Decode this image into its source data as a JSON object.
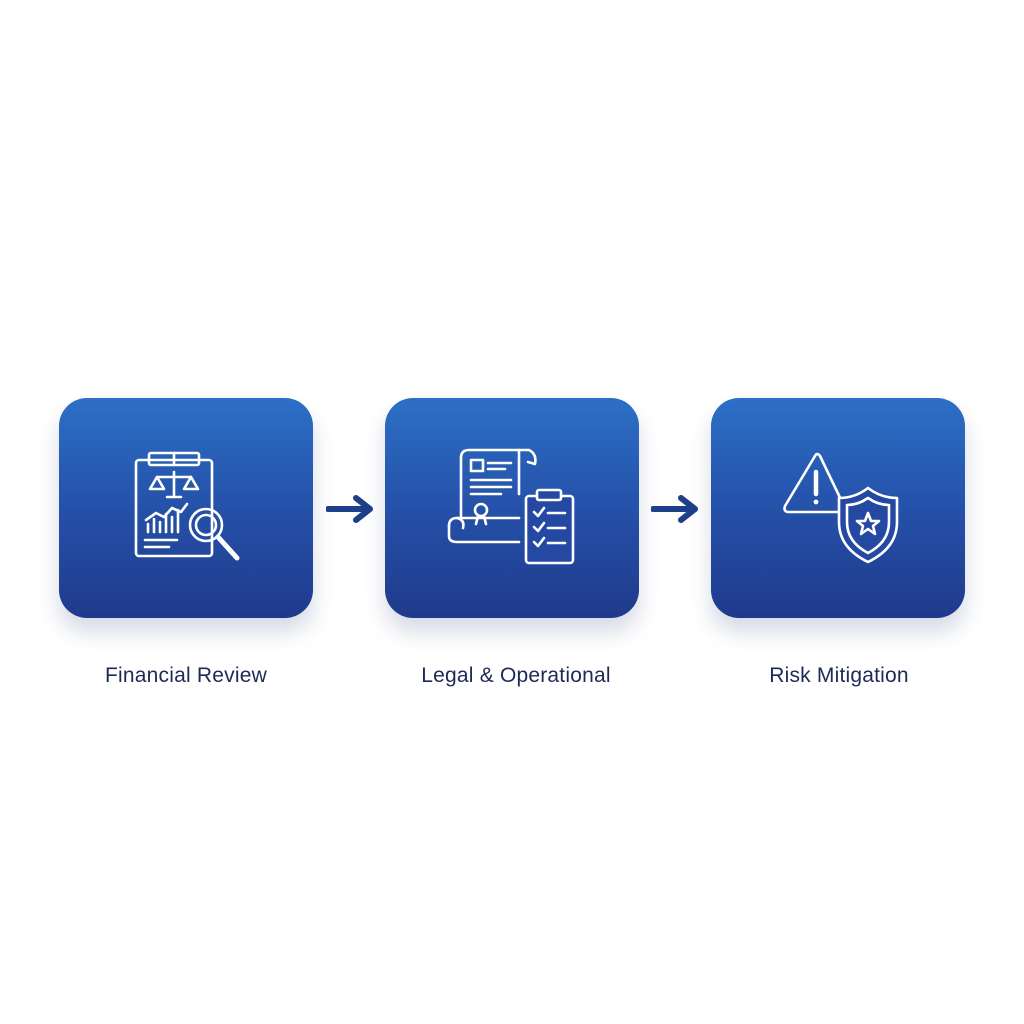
{
  "steps": [
    {
      "label": "Financial Review",
      "icon": "financial-audit-icon"
    },
    {
      "label": "Legal & Operational",
      "icon": "legal-document-checklist-icon"
    },
    {
      "label": "Risk Mitigation",
      "icon": "warning-shield-icon"
    }
  ],
  "colors": {
    "tile_top": "#2d6fc6",
    "tile_bottom": "#1f3a8c",
    "arrow": "#1e3f8a",
    "label_text": "#1d2a56",
    "background": "#ffffff"
  }
}
